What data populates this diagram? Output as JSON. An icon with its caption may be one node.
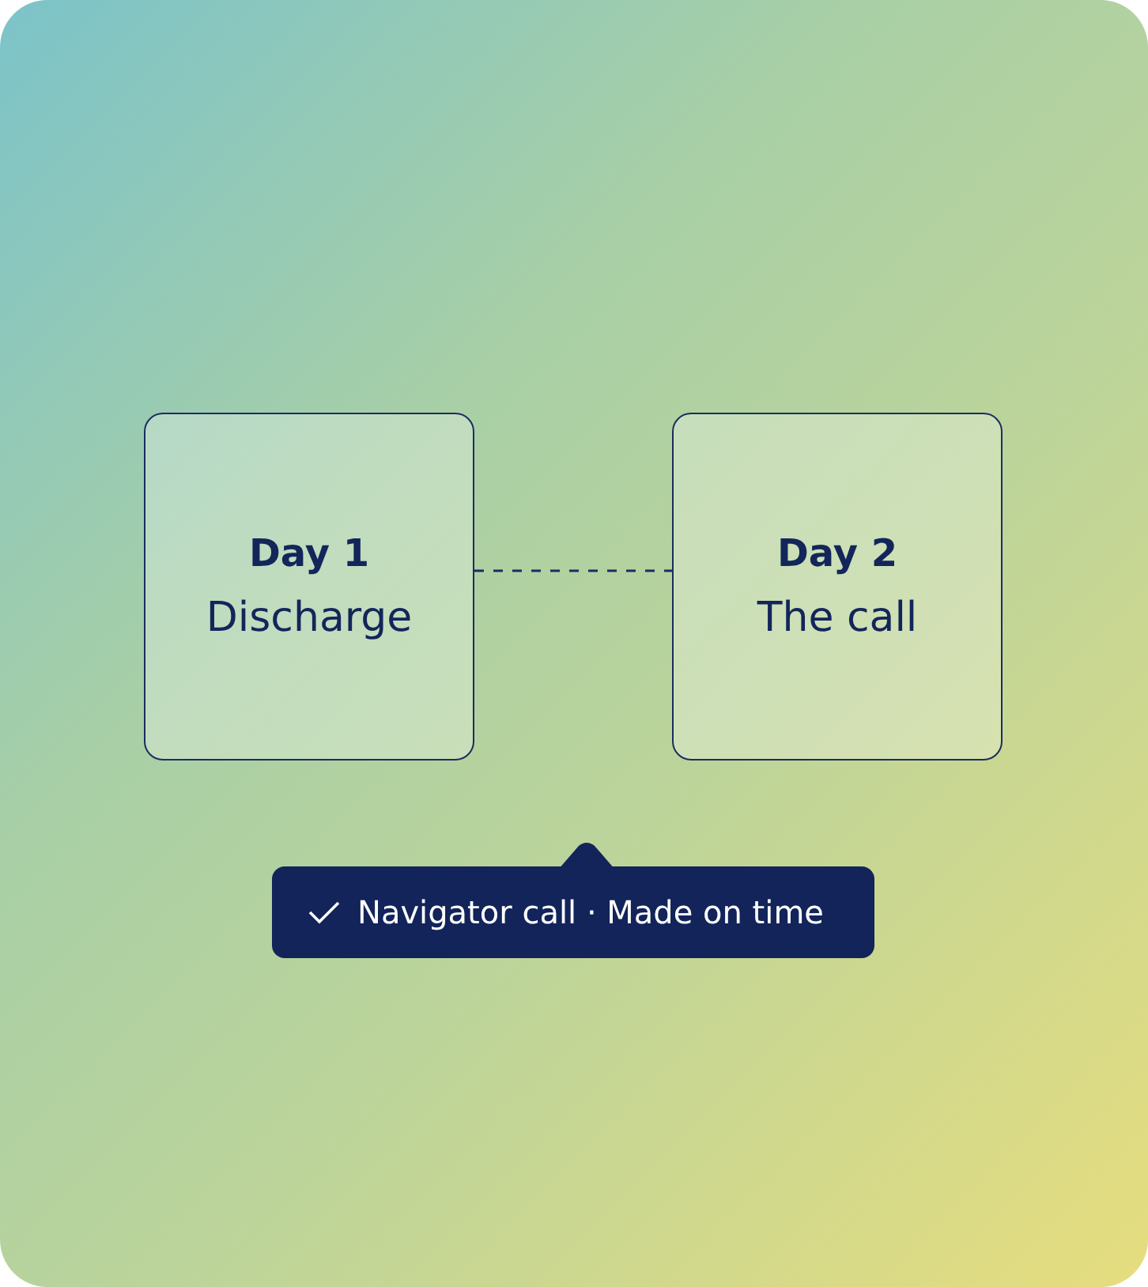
{
  "diagram": {
    "nodes": [
      {
        "text": [
          "Day 1",
          "Discharge"
        ]
      },
      {
        "text": [
          "Day 2",
          "The call"
        ]
      },
      {
        "text": [
          "Navigator call · Made on time"
        ]
      }
    ],
    "edges": [
      {
        "from": 0,
        "to": 1,
        "arrow": "none",
        "style": "dashed"
      }
    ]
  }
}
